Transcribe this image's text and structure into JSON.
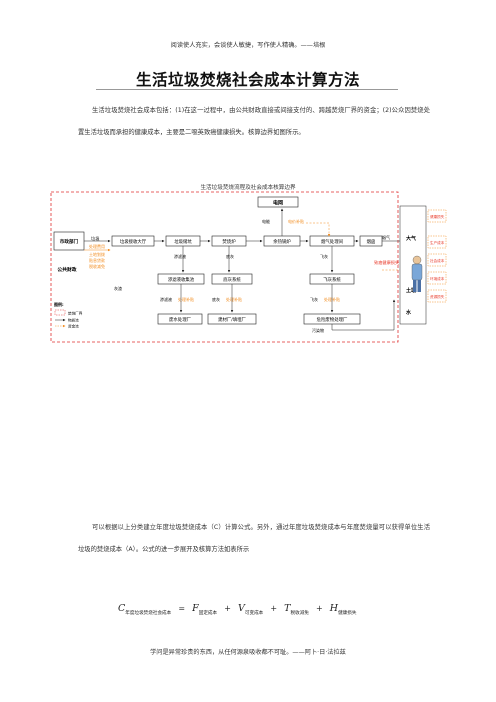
{
  "header_note": "阅读使人充实，会谈使人敏捷，写作使人精确。——培根",
  "title": "生活垃圾焚烧社会成本计算方法",
  "intro_text": "生活垃圾焚烧社会成本包括：(1)在这一过程中，由公共财政直接或间接支付的、跨越焚烧厂界的资金；(2)公众因焚烧处置生活垃圾而承担的健康成本，主要是二噁英致癌健康损失。核算边界如图所示。",
  "figure_caption": "生活垃圾焚烧流程及社会成本核算边界",
  "diagram": {
    "grid": "电网",
    "fiscal_dept": "市政部门",
    "public_finance": "公共财政",
    "reception_hall": "垃圾接收大厅",
    "storage": "垃圾储坑",
    "incinerator": "焚烧炉",
    "boiler": "余热锅炉",
    "flue_gas": "烟气处理间",
    "chimney": "烟囱",
    "leachate_sys": "渗滤液收集池",
    "bottom_ash_sys": "底灰系统",
    "fly_ash_sys": "飞灰系统",
    "wastewater_plant": "废水处理厂",
    "building_plant": "建材厂/填埋厂",
    "hazardous_plant": "危险废物处理厂",
    "label_garbage": "垃圾",
    "label_fee": "处理费用",
    "label_land": "土地划拨",
    "label_loan": "贴息贷款",
    "label_tax": "税收减免",
    "label_electricity": "电能",
    "label_power_subsidy": "电价补贴",
    "label_leachate": "渗滤液",
    "label_bottom_ash": "底灰",
    "label_fly_ash": "飞灰",
    "label_subsidy": "处理补贴",
    "label_flue": "烟气",
    "label_soot": "灰渣",
    "label_health": "致癌健康损失",
    "label_residue": "污染物",
    "label_air": "大气",
    "label_soil": "土壤",
    "label_water": "水",
    "label_right_1": "健康损失",
    "label_right_2": "生产成本",
    "label_right_3": "社会成本",
    "label_right_4": "环境成本",
    "label_right_5": "资源损失",
    "legend_title": "图例:",
    "legend_1": "焚烧厂界",
    "legend_2": "物质流",
    "legend_3": "资金流",
    "colors": {
      "orange": "#f28c1e",
      "dark": "#222222",
      "red_dash": "#e03030",
      "red_text": "#e83a2a"
    }
  },
  "body_text": "可以根据以上分类建立年度垃圾焚烧成本（C）计算公式。另外，通过年度垃圾焚烧成本与年度焚烧量可以获得单位生活垃圾的焚烧成本（A）。公式的进一步展开及核算方法如表所示",
  "formula": {
    "C": "C",
    "C_sub": "年度垃圾焚烧社会成本",
    "F": "F",
    "F_sub": "固定成本",
    "V": "V",
    "V_sub": "可变成本",
    "T": "T",
    "T_sub": "税收减免",
    "H": "H",
    "H_sub": "健康损失",
    "eq": "=",
    "plus": "+"
  },
  "footer_note": "学问是异常珍贵的东西，从任何源泉吸收都不可耻。——阿卜·日·法拉兹"
}
